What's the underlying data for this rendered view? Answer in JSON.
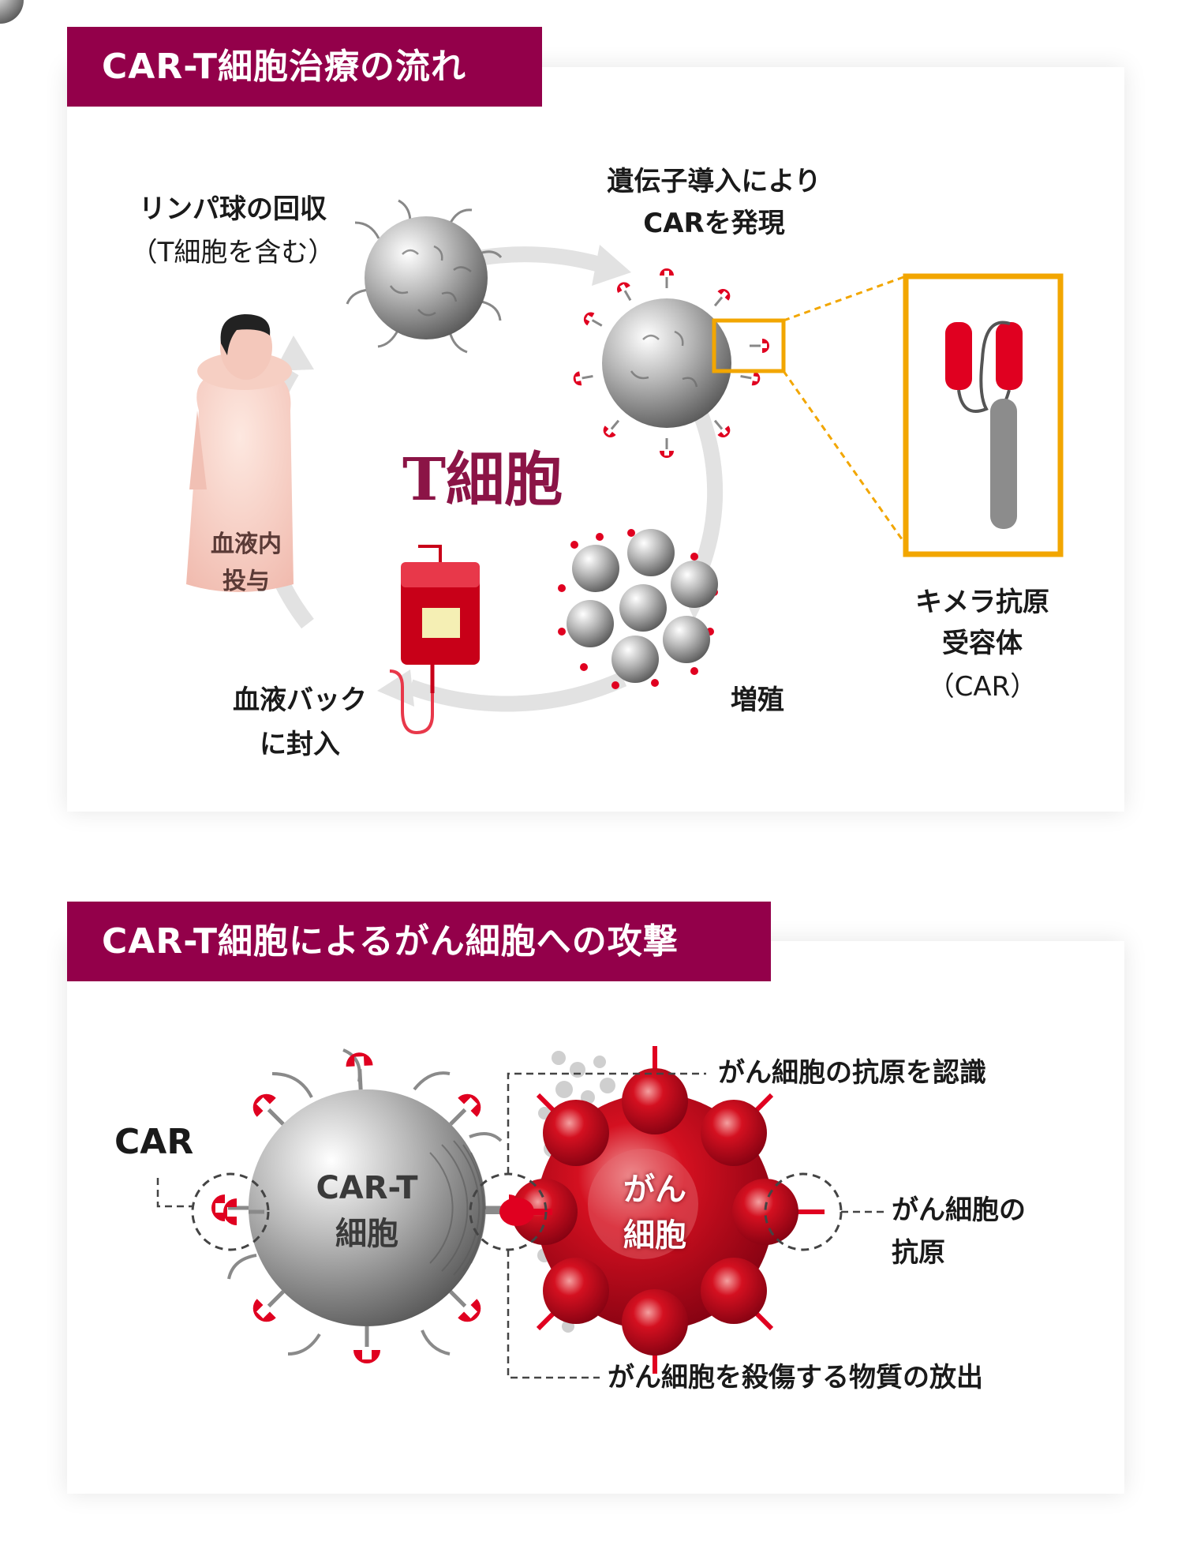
{
  "section1": {
    "title": "CAR-T細胞治療の流れ",
    "center_label": "T細胞",
    "steps": {
      "collect": {
        "line1": "リンパ球の回収",
        "line2": "（T細胞を含む）"
      },
      "transduce": {
        "line1": "遺伝子導入により",
        "line2": "CARを発現"
      },
      "proliferate": "増殖",
      "bag": {
        "line1": "血液バック",
        "line2": "に封入"
      },
      "infuse": {
        "line1": "血液内",
        "line2": "投与"
      }
    },
    "car_detail": {
      "line1": "キメラ抗原",
      "line2": "受容体",
      "line3": "（CAR）"
    }
  },
  "section2": {
    "title": "CAR-T細胞によるがん細胞への攻撃",
    "car_label": "CAR",
    "cart_cell": {
      "line1": "CAR-T",
      "line2": "細胞"
    },
    "cancer_cell": {
      "line1": "がん",
      "line2": "細胞"
    },
    "recognize": "がん細胞の抗原を認識",
    "antigen": {
      "line1": "がん細胞の",
      "line2": "抗原"
    },
    "release": "がん細胞を殺傷する物質の放出"
  },
  "colors": {
    "banner": "#93004a",
    "accent": "#8b1446",
    "receptor": "#e00020",
    "highlight": "#f2a600"
  }
}
